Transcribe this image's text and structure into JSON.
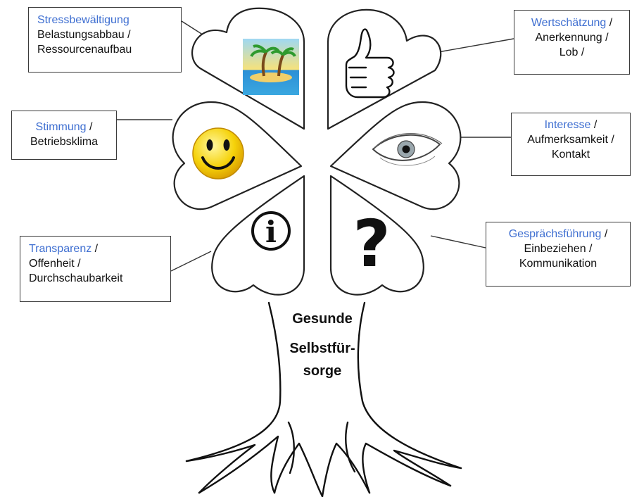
{
  "colors": {
    "accent": "#3f6fd1",
    "text": "#111111",
    "outline": "#222222"
  },
  "boxes": {
    "stress": {
      "heading": "Stressbewältigung",
      "sep": "",
      "line2": "Belastungsabbau /",
      "line3": "Ressourcenaufbau"
    },
    "appreciation": {
      "heading": "Wertschätzung",
      "sep": " /",
      "line2": "Anerkennung /",
      "line3": "Lob /"
    },
    "mood": {
      "heading": "Stimmung",
      "sep": " /",
      "line2": "Betriebsklima"
    },
    "interest": {
      "heading": "Interesse",
      "sep": " /",
      "line2": "Aufmerksamkeit /",
      "line3": "Kontakt"
    },
    "transparency": {
      "heading": "Transparenz",
      "sep": " /",
      "line2": "Offenheit /",
      "line3": "Durchschaubarkeit"
    },
    "conversation": {
      "heading": "Gesprächsführung",
      "sep": " /",
      "line2": "Einbeziehen /",
      "line3": "Kommunikation"
    }
  },
  "trunk": {
    "line1": "Gesunde",
    "line2": "Selbstfür-",
    "line3": "sorge"
  },
  "icons": {
    "stress": "island-icon",
    "appreciation": "thumbs-up-icon",
    "mood": "smiley-icon",
    "interest": "eye-icon",
    "transparency": "info-icon",
    "conversation": "question-mark-icon"
  },
  "glyphs": {
    "info": "i",
    "question": "?"
  }
}
